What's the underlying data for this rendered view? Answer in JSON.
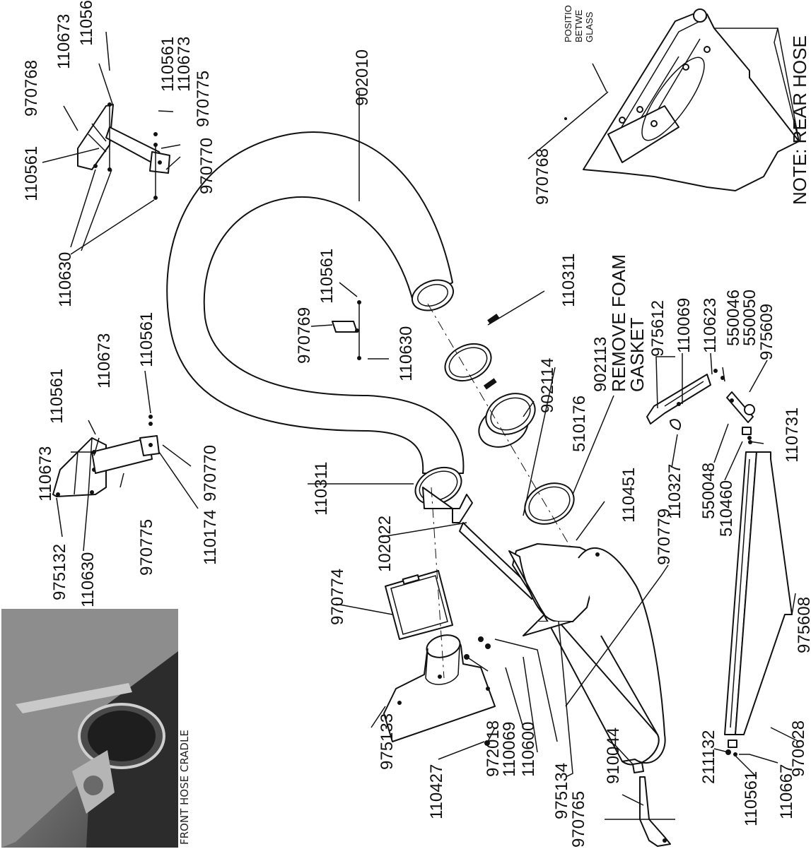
{
  "photo_caption": "FRONT HOSE CRADLE",
  "labels": {
    "p970768_top": "970768",
    "p110673_a": "110673",
    "p11056_cut": "11056",
    "p110561_a": "110561",
    "p110673_b": "110673",
    "p970775_a": "970775",
    "p970770_a": "970770",
    "p110561_b": "110561",
    "p110630_a": "110630",
    "p902010": "902010",
    "p970768_right": "970768",
    "p110561_c": "110561",
    "p970769": "970769",
    "p110630_b": "110630",
    "p110311_a": "110311",
    "p902114": "902114",
    "p510176": "510176",
    "p902113": "902113",
    "remove_foam": "REMOVE FOAM",
    "gasket": "GASKET",
    "p975612": "975612",
    "p110069_a": "110069",
    "p110623": "110623",
    "p550046": "550046",
    "p550050": "550050",
    "p975609": "975609",
    "p110731": "110731",
    "p110561_d": "110561",
    "p110673_c": "110673",
    "p110561_e": "110561",
    "p110673_d": "110673",
    "p970770_b": "970770",
    "p110174": "110174",
    "p970775_b": "970775",
    "p975132": "975132",
    "p110630_c": "110630",
    "p110311_b": "110311",
    "p102022": "102022",
    "p970774": "970774",
    "p110451": "110451",
    "p970779": "970779",
    "p110327": "110327",
    "p550048": "550048",
    "p510460": "510460",
    "p975608": "975608",
    "p975133": "975133",
    "p110427": "110427",
    "p972018": "972018",
    "p110069_b": "110069",
    "p110600": "110600",
    "p975134": "975134",
    "p910044": "910044",
    "p970765": "970765",
    "p211132": "211132",
    "p110561_f": "110561",
    "p110667": "110667",
    "p970628": "970628",
    "position_cut": "POSITIO",
    "between_cut": "BETWE",
    "glass_cut": "GLASS",
    "note_rear_hose": "NOTE: REAR HOSE"
  },
  "colors": {
    "ink": "#111111",
    "paper": "#ffffff"
  }
}
